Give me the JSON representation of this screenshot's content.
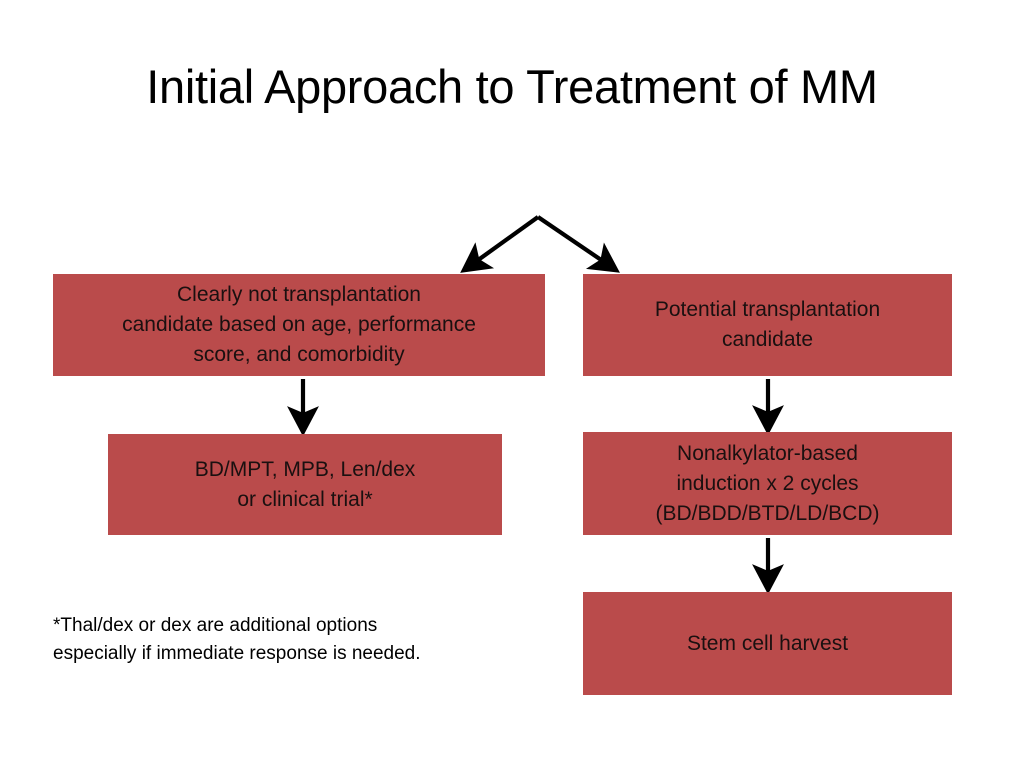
{
  "slide": {
    "title": "Initial Approach to Treatment of MM",
    "background_color": "#ffffff",
    "box_fill_color": "#ba4b4b",
    "box_text_color": "#1a1010",
    "arrow_color": "#000000"
  },
  "diagram": {
    "type": "flowchart",
    "orientation": "top-down",
    "root_split_label": "",
    "nodes": [
      {
        "id": "not-candidate",
        "text": "Clearly not transplantation\ncandidate based on age, performance\nscore, and comorbidity",
        "column": "left",
        "level": 1
      },
      {
        "id": "potential",
        "text": "Potential transplantation\ncandidate",
        "column": "right",
        "level": 1
      },
      {
        "id": "regimens",
        "text": "BD/MPT, MPB, Len/dex\nor clinical trial*",
        "column": "left",
        "level": 2
      },
      {
        "id": "induction",
        "text": "Nonalkylator-based\ninduction x 2 cycles\n(BD/BDD/BTD/LD/BCD)",
        "column": "right",
        "level": 2
      },
      {
        "id": "stem-cell",
        "text": "Stem cell harvest",
        "column": "right",
        "level": 3
      }
    ],
    "edges": [
      {
        "id": "split-left",
        "from": "split-point",
        "to": "not-candidate",
        "style": "arrow"
      },
      {
        "id": "split-right",
        "from": "split-point",
        "to": "potential",
        "style": "arrow"
      },
      {
        "id": "left-down",
        "from": "not-candidate",
        "to": "regimens",
        "style": "arrow"
      },
      {
        "id": "right-down-1",
        "from": "potential",
        "to": "induction",
        "style": "arrow"
      },
      {
        "id": "right-down-2",
        "from": "induction",
        "to": "stem-cell",
        "style": "arrow"
      }
    ]
  },
  "footnote": {
    "text": "*Thal/dex or dex are additional options\nespecially if immediate response is needed."
  }
}
